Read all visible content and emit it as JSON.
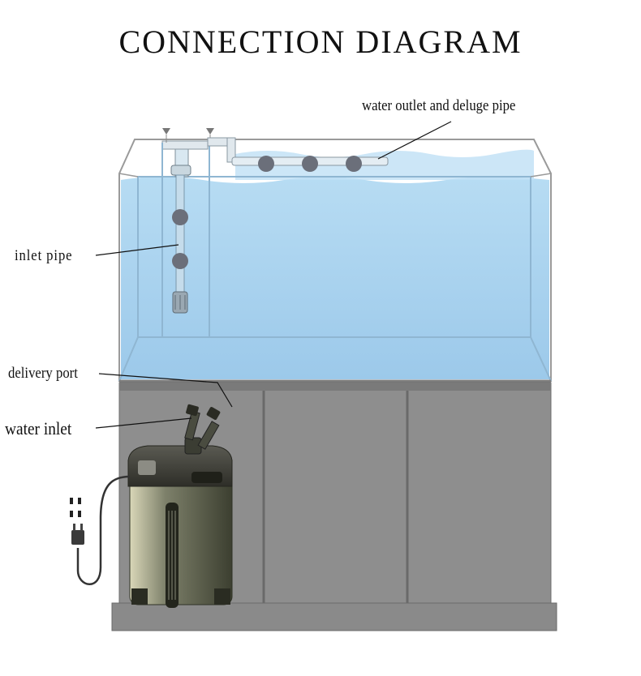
{
  "title": "CONNECTION DIAGRAM",
  "labels": {
    "water_outlet": "water outlet and deluge pipe",
    "inlet_pipe": "inlet pipe",
    "delivery_port": "delivery port",
    "water_inlet": "water inlet"
  },
  "icons": [
    "tank-icon",
    "cabinet-icon",
    "canister-filter-icon",
    "power-plug-icon",
    "inlet-pipe-icon",
    "deluge-pipe-icon"
  ],
  "colors": {
    "water": "#a9d3ef",
    "cabinet": "#8c8c8c",
    "filter_body": "#4a4e3c",
    "line": "#111111"
  }
}
